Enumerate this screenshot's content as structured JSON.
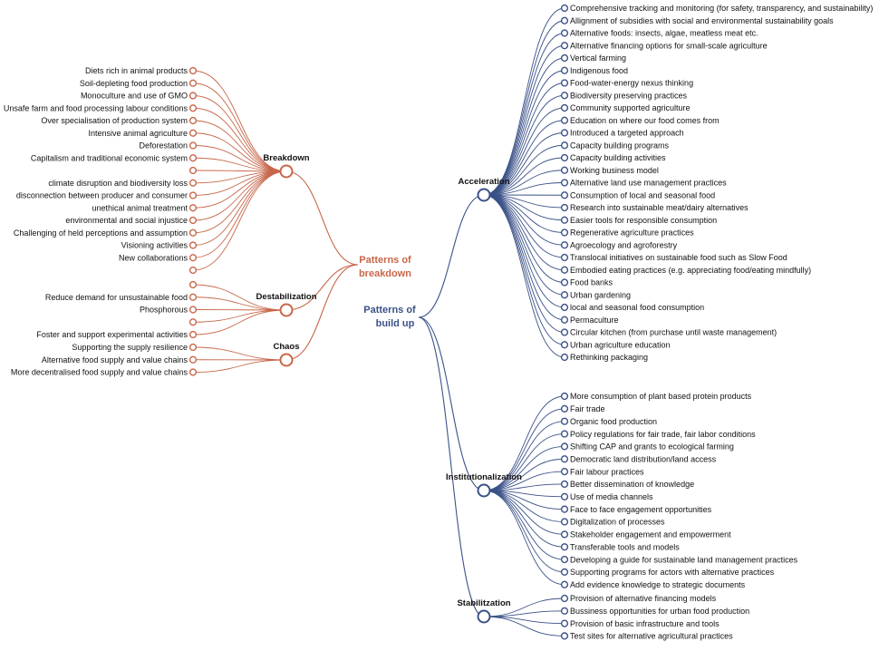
{
  "colors": {
    "breakdown": "#c8674a",
    "buildup": "#3b5288"
  },
  "breakdown": {
    "title_line1": "Patterns of",
    "title_line2": "breakdown",
    "groups": [
      {
        "name": "Breakdown",
        "items": [
          "Diets rich in animal products",
          "Soil-depleting food production",
          "Monoculture and use of GMO",
          "Unsafe farm and food processing labour conditions",
          "Over specialisation of production system",
          "Intensive animal agriculture",
          "Deforestation",
          "Capitalism and traditional economic system",
          "",
          "climate disruption and biodiversity loss",
          "disconnection between producer and consumer",
          "unethical animal treatment",
          "environmental and social injustice",
          "Challenging of held perceptions and assumption",
          "Visioning activities",
          "New collaborations",
          ""
        ]
      },
      {
        "name": "Destabilization",
        "items": [
          "",
          "Reduce demand for unsustainable food",
          "Phosphorous",
          "",
          "Foster and support experimental activities"
        ]
      },
      {
        "name": "Chaos",
        "items": [
          "Supporting the supply resilience",
          "Alternative food supply and value chains",
          "More decentralised food supply and value chains"
        ]
      }
    ]
  },
  "buildup": {
    "title_line1": "Patterns of",
    "title_line2": "build up",
    "groups": [
      {
        "name": "Acceleration",
        "items": [
          "Comprehensive tracking and monitoring (for safety, transparency, and sustainability)",
          "Allignment of subsidies with social and environmental sustainability goals",
          "Alternative foods: insects, algae, meatless meat etc.",
          "Alternative financing options for small-scale agriculture",
          "Vertical farming",
          "Indigenous food",
          "Food-water-energy nexus thinking",
          "Biodiversity preserving practices",
          "Community supported agriculture",
          "Education on where our food comes from",
          "Introduced a targeted approach",
          "Capacity building programs",
          "Capacity building activities",
          "Working business model",
          "Alternative land use management practices",
          "Consumption of local and seasonal food",
          "Research into sustainable meat/dairy alternatives",
          "Easier tools for responsible consumption",
          "Regenerative agriculture practices",
          "Agroecology and agroforestry",
          "Translocal initiatives on sustainable food such as Slow Food",
          "Embodied eating practices (e.g. appreciating food/eating mindfully)",
          "Food banks",
          "Urban gardening",
          "local and seasonal food consumption",
          "Permaculture",
          "Circular kitchen (from purchase until waste management)",
          "Urban agriculture education",
          "Rethinking packaging"
        ]
      },
      {
        "name": "Institutionalization",
        "items": [
          "More consumption of plant based protein products",
          "Fair trade",
          "Organic food production",
          "Policy regulations for fair trade, fair labor conditions",
          "Shifting CAP and grants to ecological farming",
          "Democratic land distribution/land access",
          "Fair labour practices",
          "Better dissemination of knowledge",
          "Use of media channels",
          "Face to face engagement opportunities",
          "Digitalization of processes",
          "Stakeholder engagement and empowerment",
          "Transferable tools and models",
          "Developing a guide for sustainable land management practices",
          "Supporting programs for actors with alternative practices",
          "Add evidence knowledge to strategic documents"
        ]
      },
      {
        "name": "Stabilitzation",
        "items": [
          "Provision of alternative financing models",
          "Bussiness opportunities for urban food production",
          "Provision of basic infrastructure and tools",
          "Test sites for alternative agricultural practices"
        ]
      }
    ]
  }
}
